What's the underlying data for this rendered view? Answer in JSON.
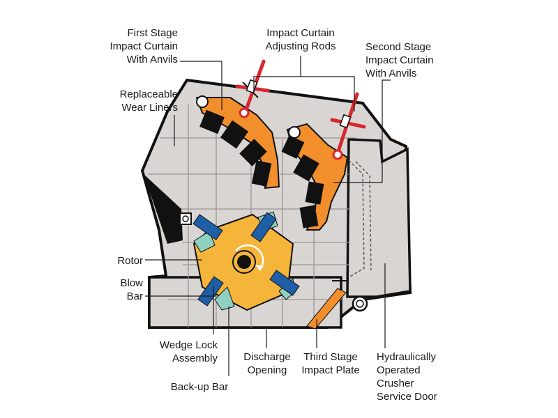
{
  "labels": {
    "first_stage": [
      "First Stage",
      "Impact Curtain",
      "With Anvils"
    ],
    "adjusting_rods": [
      "Impact Curtain",
      "Adjusting Rods"
    ],
    "second_stage": [
      "Second Stage",
      "Impact Curtain",
      "With Anvils"
    ],
    "wear_liners": [
      "Replaceable",
      "Wear Liners"
    ],
    "rotor": [
      "Rotor"
    ],
    "blow_bar": [
      "Blow",
      "Bar"
    ],
    "wedge_lock": [
      "Wedge Lock",
      "Assembly"
    ],
    "backup_bar": [
      "Back-up Bar"
    ],
    "discharge": [
      "Discharge",
      "Opening"
    ],
    "third_stage": [
      "Third Stage",
      "Impact Plate"
    ],
    "service_door": [
      "Hydraulically",
      "Operated",
      "Crusher",
      "Service Door"
    ]
  },
  "colors": {
    "housing": "#d9d5d2",
    "housing_stroke": "#111111",
    "grid_line": "#9a9592",
    "curtain": "#f28f2c",
    "rod": "#d8262e",
    "rotor": "#f5b43a",
    "blow_bar": "#1f5fa8",
    "wedge": "#8fd1c0",
    "anvil": "#111111"
  }
}
